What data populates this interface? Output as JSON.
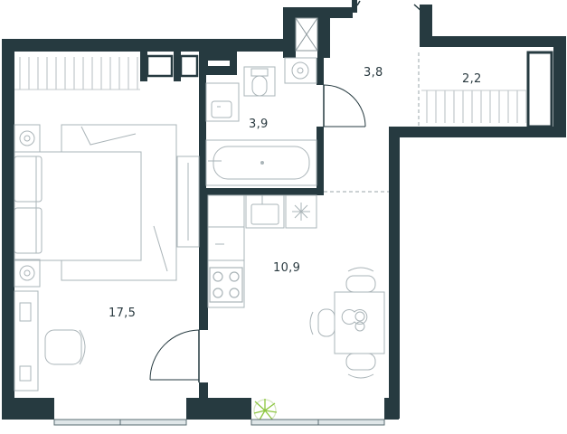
{
  "rooms": {
    "bedroom_area": "17,5",
    "kitchen_area": "10,9",
    "bathroom_area": "3,9",
    "hall_area": "3,8",
    "balcony_area": "2,2"
  },
  "colors": {
    "wall": "#263a40",
    "furniture_line": "#aab4b8",
    "window": "#5a6c72",
    "plant": "#8cc63f",
    "background": "#ffffff"
  },
  "icons": [
    "bed-icon",
    "wardrobe-icon",
    "desk-icon",
    "chair-icon",
    "sink-icon",
    "toilet-icon",
    "bathtub-icon",
    "washing-machine-icon",
    "stove-icon",
    "dining-table-icon",
    "plant-icon",
    "door-icon",
    "ventilation-shaft-icon"
  ]
}
